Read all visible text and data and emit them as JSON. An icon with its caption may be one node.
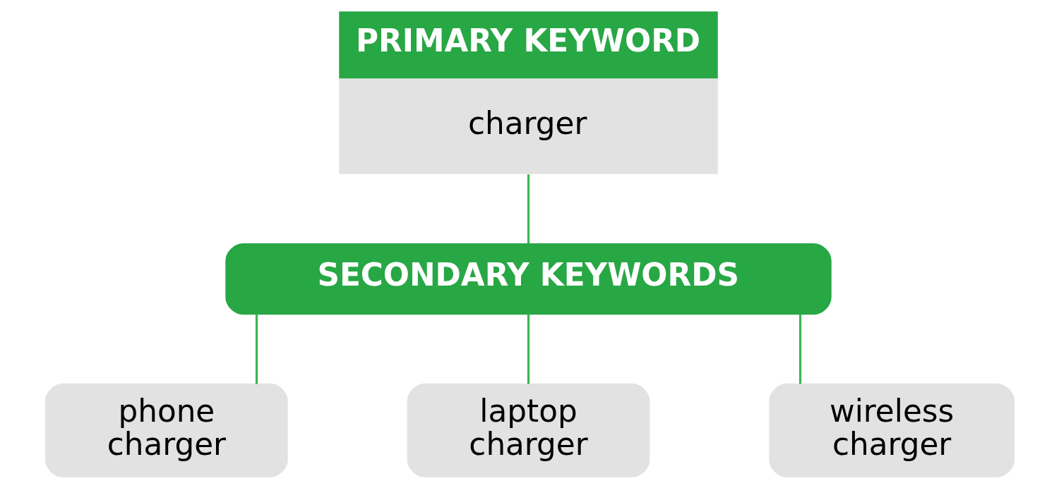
{
  "diagram": {
    "nodes": [
      {
        "text": [
          "PRIMARY KEYWORD",
          "charger"
        ]
      },
      {
        "text": [
          "SECONDARY KEYWORDS"
        ]
      },
      {
        "text": [
          "phone charger"
        ]
      },
      {
        "text": [
          "laptop charger"
        ]
      },
      {
        "text": [
          "wireless charger"
        ]
      }
    ],
    "edges": [
      {
        "from": 0,
        "to": 1,
        "arrow": "none"
      },
      {
        "from": 1,
        "to": 2,
        "arrow": "none"
      },
      {
        "from": 1,
        "to": 3,
        "arrow": "none"
      },
      {
        "from": 1,
        "to": 4,
        "arrow": "none"
      }
    ]
  }
}
